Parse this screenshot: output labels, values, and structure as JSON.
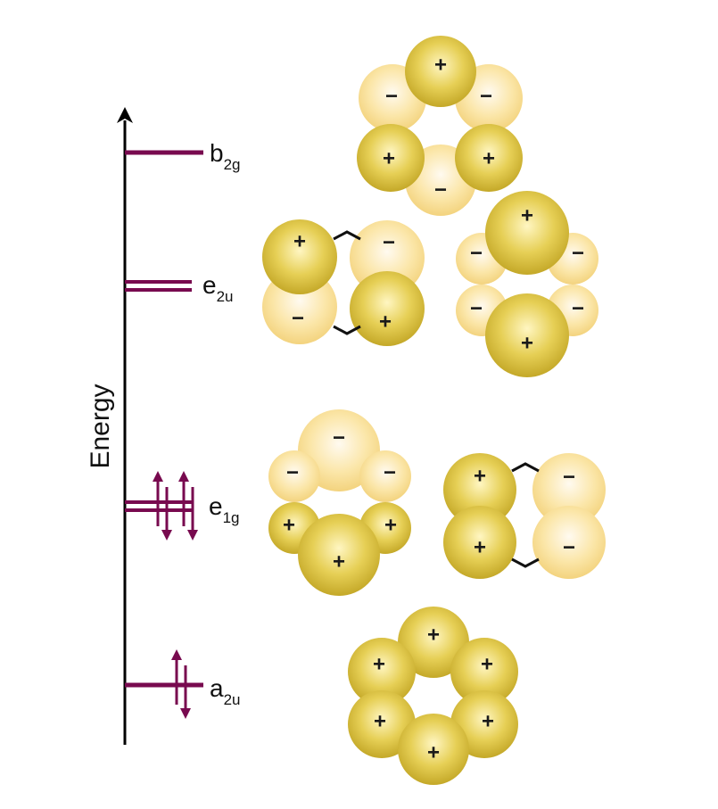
{
  "axis": {
    "label": "Energy"
  },
  "colors": {
    "level": "#780a4f",
    "axis": "#000000",
    "lobe_plus_core": "#fff6c2",
    "lobe_plus_edge": "#cdb12c",
    "lobe_minus_core": "#fffaf0",
    "lobe_minus_edge": "#f5d98a",
    "sign": "#1a1a1a"
  },
  "levels": [
    {
      "main": "b",
      "sub": "2g",
      "degenerate": 1,
      "electrons": 0
    },
    {
      "main": "e",
      "sub": "2u",
      "degenerate": 2,
      "electrons": 0
    },
    {
      "main": "e",
      "sub": "1g",
      "degenerate": 2,
      "electrons": 4
    },
    {
      "main": "a",
      "sub": "2u",
      "degenerate": 1,
      "electrons": 2
    }
  ],
  "orbitals": [
    {
      "name": "orbital-b2g",
      "signs": [
        "+",
        "−",
        "+",
        "−",
        "+",
        "−"
      ]
    },
    {
      "name": "orbital-e2u-a",
      "signs": [
        "+",
        "−",
        "−",
        "+"
      ]
    },
    {
      "name": "orbital-e2u-b",
      "signs": [
        "+",
        "−",
        "−",
        "+",
        "−",
        "−"
      ]
    },
    {
      "name": "orbital-e1g-a",
      "signs": [
        "−",
        "−",
        "−",
        "+",
        "+",
        "+"
      ]
    },
    {
      "name": "orbital-e1g-b",
      "signs": [
        "+",
        "−",
        "+",
        "−"
      ]
    },
    {
      "name": "orbital-a2u",
      "signs": [
        "+",
        "+",
        "+",
        "+",
        "+",
        "+"
      ]
    }
  ]
}
